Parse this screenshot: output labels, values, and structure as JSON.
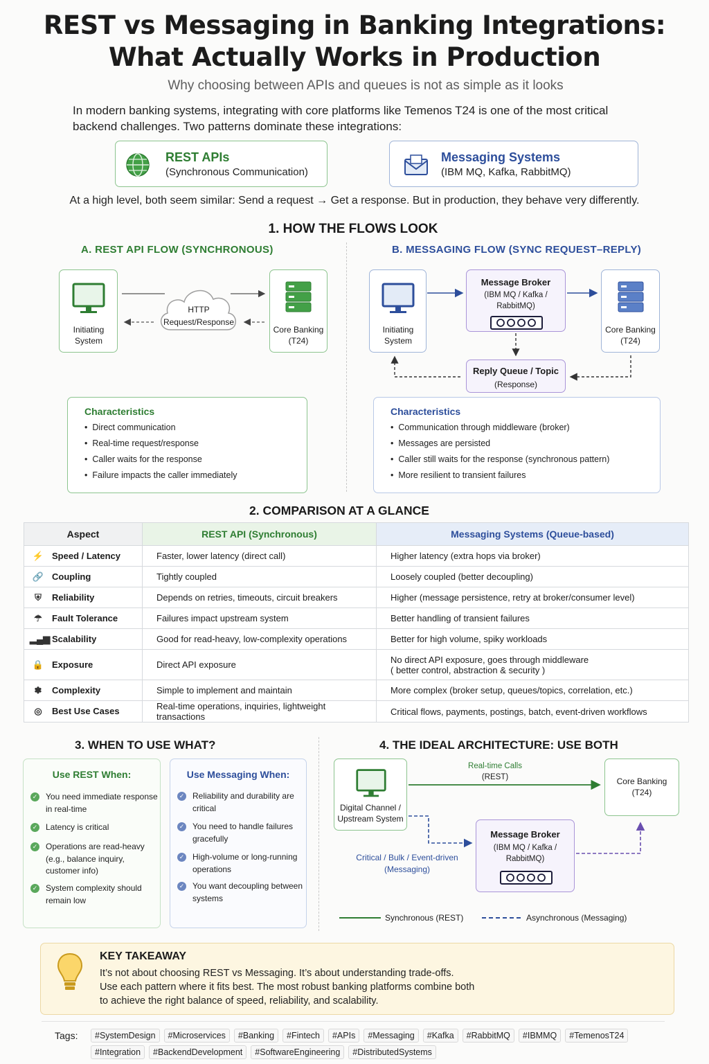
{
  "title_line1": "REST vs Messaging in Banking Integrations:",
  "title_line2": "What Actually Works in Production",
  "subtitle": "Why choosing between APIs and queues is not as simple as it looks",
  "intro": "In modern banking systems, integrating with core platforms like Temenos T24 is one of the most critical backend challenges. Two patterns dominate these integrations:",
  "pills": {
    "rest": {
      "title": "REST APIs",
      "sub": "(Synchronous Communication)"
    },
    "msg": {
      "title": "Messaging Systems",
      "sub": "(IBM MQ, Kafka, RabbitMQ)"
    }
  },
  "high_level": "At a high level, both seem similar: Send a request → Get a response. But in production, they behave very differently.",
  "section1": {
    "title": "1. HOW THE FLOWS LOOK",
    "rest_title": "A. REST API FLOW (SYNCHRONOUS)",
    "msg_title": "B. MESSAGING FLOW (SYNC REQUEST–REPLY)",
    "rest_nodes": {
      "initiating": "Initiating System",
      "cloud": "HTTP Request/Response",
      "core": "Core Banking (T24)"
    },
    "msg_nodes": {
      "initiating": "Initiating System",
      "broker_title": "Message Broker",
      "broker_sub": "(IBM MQ / Kafka / RabbitMQ)",
      "core": "Core Banking (T24)",
      "reply_title": "Reply Queue / Topic",
      "reply_sub": "(Response)"
    },
    "rest_char": {
      "title": "Characteristics",
      "items": [
        "Direct communication",
        "Real-time request/response",
        "Caller waits for the response",
        "Failure impacts the caller immediately"
      ]
    },
    "msg_char": {
      "title": "Characteristics",
      "items": [
        "Communication through middleware (broker)",
        "Messages are persisted",
        "Caller still waits for the response (synchronous pattern)",
        "More resilient to transient failures"
      ]
    }
  },
  "section2": {
    "title": "2. COMPARISON AT A GLANCE",
    "headers": [
      "Aspect",
      "REST API (Synchronous)",
      "Messaging Systems (Queue-based)"
    ],
    "rows": [
      {
        "icon": "lightning-icon",
        "glyph": "⚡",
        "aspect": "Speed / Latency",
        "rest": "Faster, lower latency (direct call)",
        "msg": "Higher latency (extra hops via broker)",
        "msg2": ""
      },
      {
        "icon": "link-icon",
        "glyph": "🔗",
        "aspect": "Coupling",
        "rest": "Tightly coupled",
        "msg": "Loosely coupled (better decoupling)",
        "msg2": ""
      },
      {
        "icon": "shield-icon",
        "glyph": "⛨",
        "aspect": "Reliability",
        "rest": "Depends on retries, timeouts, circuit breakers",
        "msg": "Higher (message persistence, retry at broker/consumer level)",
        "msg2": ""
      },
      {
        "icon": "umbrella-icon",
        "glyph": "☂",
        "aspect": "Fault Tolerance",
        "rest": "Failures impact upstream system",
        "msg": "Better handling of transient failures",
        "msg2": ""
      },
      {
        "icon": "bar-chart-icon",
        "glyph": "▂▄▆",
        "aspect": "Scalability",
        "rest": "Good for read-heavy, low-complexity operations",
        "msg": "Better for high volume, spiky workloads",
        "msg2": ""
      },
      {
        "icon": "lock-icon",
        "glyph": "🔒",
        "aspect": "Exposure",
        "rest": "Direct API exposure",
        "msg": "No direct API exposure, goes through middleware",
        "msg2": "( better control, abstraction & security )"
      },
      {
        "icon": "puzzle-icon",
        "glyph": "✽",
        "aspect": "Complexity",
        "rest": "Simple to implement and maintain",
        "msg": "More complex (broker setup, queues/topics, correlation, etc.)",
        "msg2": ""
      },
      {
        "icon": "target-icon",
        "glyph": "◎",
        "aspect": "Best Use Cases",
        "rest": "Real-time operations, inquiries, lightweight transactions",
        "msg": "Critical flows, payments, postings, batch, event-driven workflows",
        "msg2": ""
      }
    ]
  },
  "section3": {
    "title": "3. WHEN TO USE WHAT?",
    "rest": {
      "title": "Use REST When:",
      "items": [
        "You need immediate response in real-time",
        "Latency is critical",
        "Operations are read-heavy (e.g., balance inquiry, customer info)",
        "System complexity should remain low"
      ]
    },
    "msg": {
      "title": "Use Messaging When:",
      "items": [
        "Reliability and durability are critical",
        "You need to handle failures gracefully",
        "High-volume or long-running operations",
        "You want decoupling between systems"
      ]
    }
  },
  "section4": {
    "title": "4. THE IDEAL ARCHITECTURE: USE BOTH",
    "digital": "Digital Channel / Upstream System",
    "core": "Core Banking (T24)",
    "broker_title": "Message Broker",
    "broker_sub": "(IBM MQ / Kafka / RabbitMQ)",
    "realtime": "Real-time Calls",
    "realtime_sub": "(REST)",
    "critical": "Critical / Bulk / Event-driven",
    "critical_sub": "(Messaging)",
    "legend_sync": "Synchronous (REST)",
    "legend_async": "Asynchronous (Messaging)"
  },
  "takeaway": {
    "title": "KEY TAKEAWAY",
    "line1": "It’s not about choosing REST vs Messaging. It’s about understanding trade-offs.",
    "line2": "Use each pattern where it fits best. The most robust banking platforms combine both",
    "line3": "to achieve the right balance of speed, reliability, and scalability."
  },
  "tags_label": "Tags:",
  "tags_row1": [
    "#SystemDesign",
    "#Microservices",
    "#Banking",
    "#Fintech",
    "#APIs",
    "#Messaging",
    "#Kafka",
    "#RabbitMQ",
    "#IBMMQ",
    "#TemenosT24"
  ],
  "tags_row2": [
    "#Integration",
    "#BackendDevelopment",
    "#SoftwareEngineering",
    "#DistributedSystems"
  ],
  "colors": {
    "green": "#2e7d32",
    "blue": "#2d4e9b",
    "purple": "#6a4fb0"
  }
}
